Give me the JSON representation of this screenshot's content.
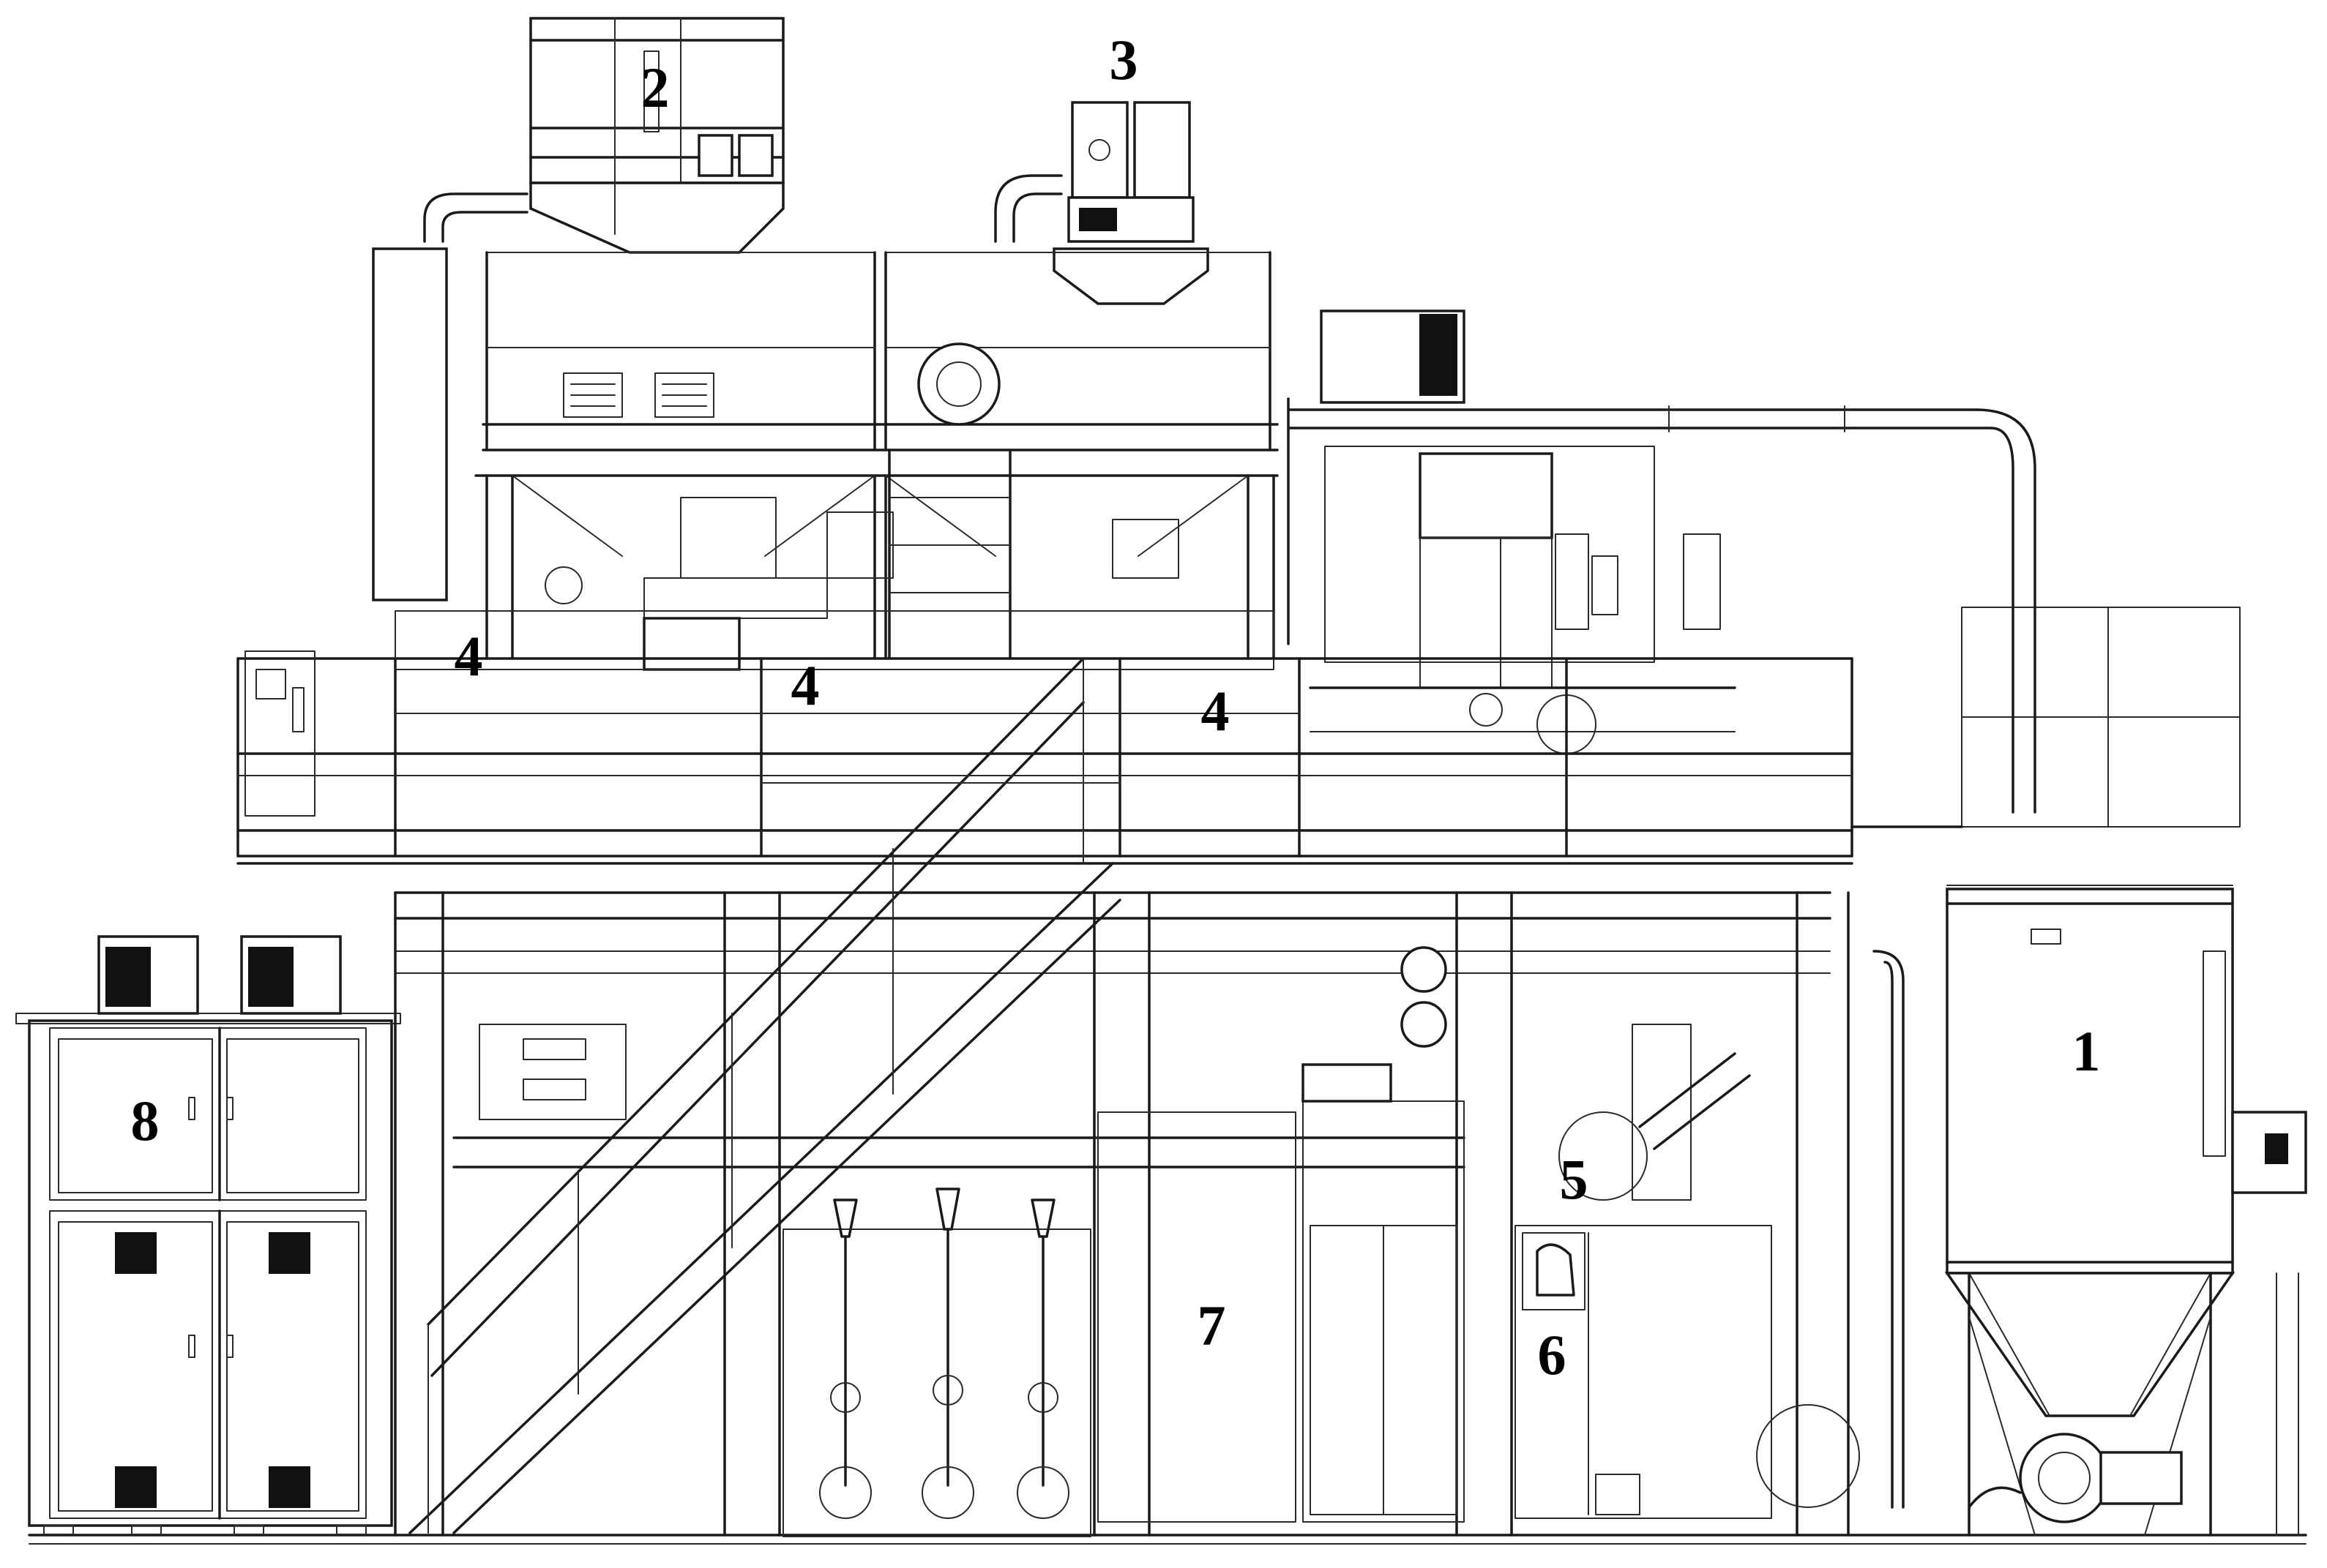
{
  "labels": {
    "l1": "1",
    "l2": "2",
    "l3": "3",
    "l4a": "4",
    "l4b": "4",
    "l4c": "4",
    "l5": "5",
    "l6": "6",
    "l7": "7",
    "l8": "8"
  }
}
